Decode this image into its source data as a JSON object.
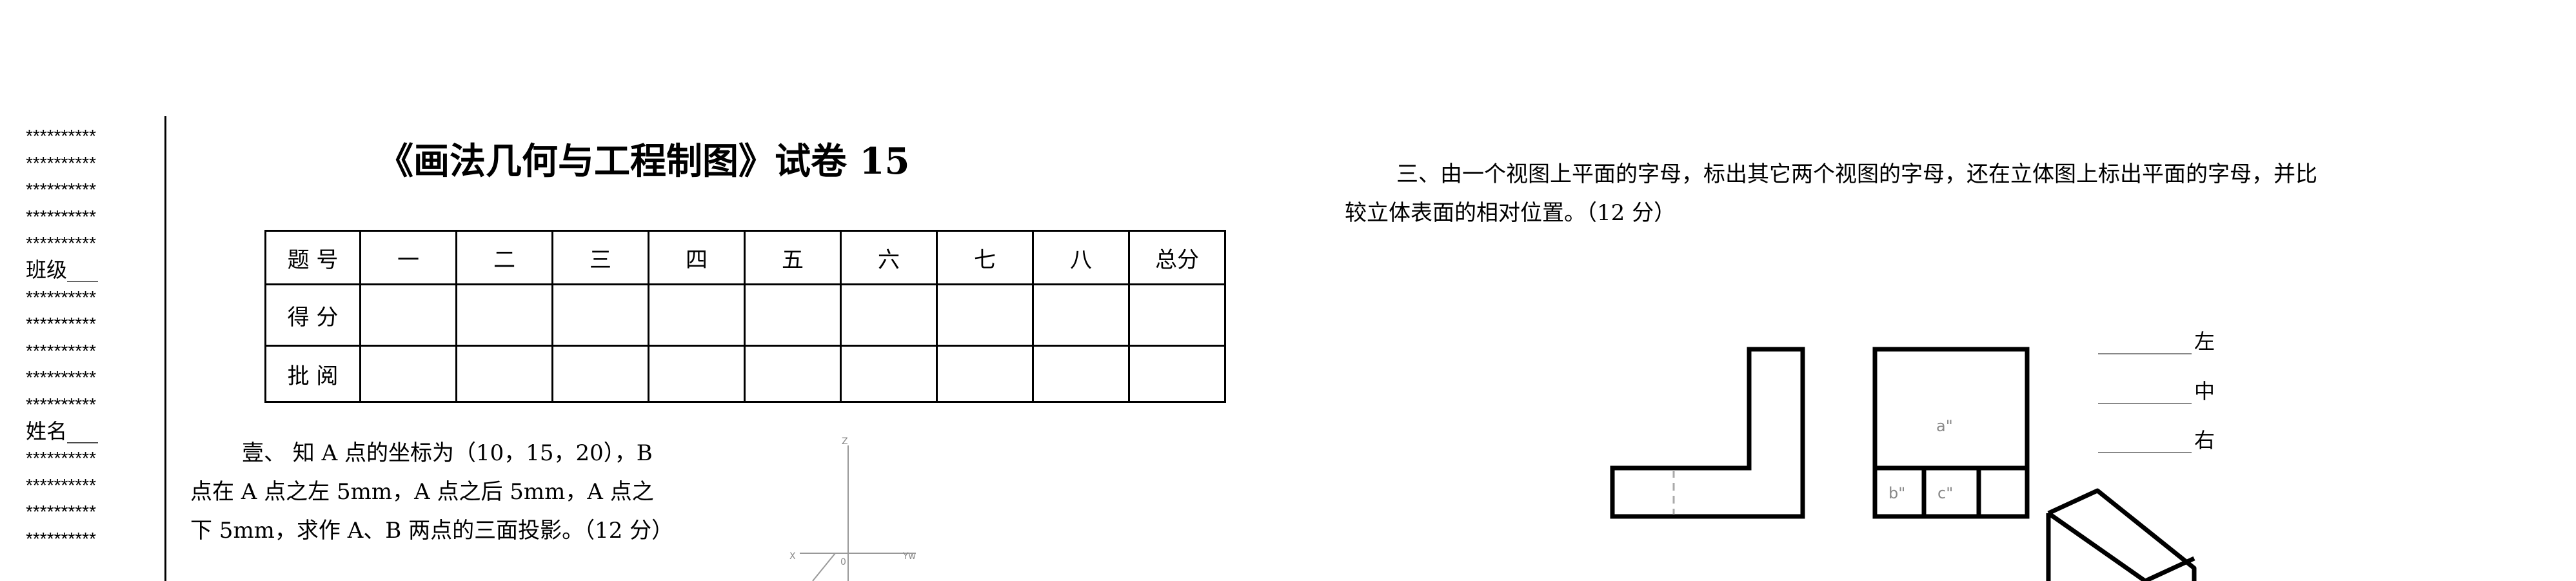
{
  "sidebar": {
    "stars": "**********",
    "class_label": "班级___",
    "name_label": "姓名___"
  },
  "title": "《画法几何与工程制图》试卷  15",
  "score_table": {
    "headers": [
      "题 号",
      "一",
      "二",
      "三",
      "四",
      "五",
      "六",
      "七",
      "八",
      "总分"
    ],
    "row_labels": [
      "得 分",
      "批 阅"
    ]
  },
  "question1": {
    "line1": "壹、    知 A 点的坐标为（10，15，20），B",
    "line2": "点在 A 点之左 5mm，A 点之后 5mm，A 点之",
    "line3": "下  5mm，求作 A、B 两点的三面投影。（12 分）"
  },
  "axis_labels": {
    "z": "Z",
    "x": "X",
    "yw": "Yw",
    "o": "0"
  },
  "question3": {
    "line1": "三、由一个视图上平面的字母，标出其它两个视图的字母，还在立体图上标出平面的字母，并比",
    "line2": "较立体表面的相对位置。（12 分）"
  },
  "view_letters": {
    "a": "a\"",
    "b": "b\"",
    "c": "c\""
  },
  "answer_blanks": {
    "left": "左",
    "middle": "中",
    "right": "右"
  }
}
